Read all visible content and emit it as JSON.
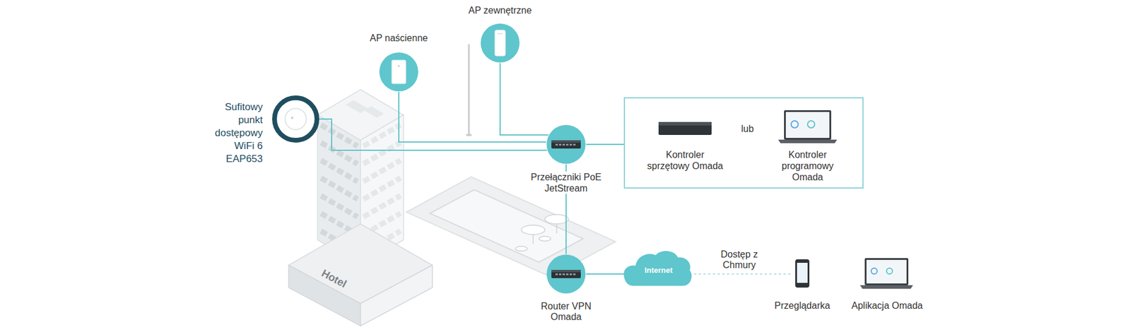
{
  "diagram": {
    "nodes": [
      {
        "text": [
          "AP zewnętrzne"
        ]
      },
      {
        "text": [
          "AP naścienne"
        ]
      },
      {
        "text": [
          "Sufitowy punkt dostępowy WiFi 6 EAP653"
        ]
      },
      {
        "text": [
          "Kontroler sprzętowy Omada",
          "lub",
          "Kontroler programowy Omada"
        ]
      },
      {
        "text": [
          "Przełączniki PoE JetStream"
        ]
      },
      {
        "text": [
          "Router VPN Omada"
        ]
      },
      {
        "text": [
          "Internet"
        ]
      }
    ],
    "edges": [
      {
        "from": 4,
        "to": 0,
        "arrow": "none"
      },
      {
        "from": 4,
        "to": 1,
        "arrow": "none"
      },
      {
        "from": 4,
        "to": 2,
        "arrow": "none"
      },
      {
        "from": 4,
        "to": 3,
        "arrow": "none"
      },
      {
        "from": 4,
        "to": 5,
        "arrow": "none"
      },
      {
        "from": 5,
        "to": 6,
        "arrow": "none"
      }
    ],
    "labels": [
      "Hotel",
      "Dostęp z Chmury",
      "Przeglądarka",
      "Aplikacja Omada"
    ]
  }
}
